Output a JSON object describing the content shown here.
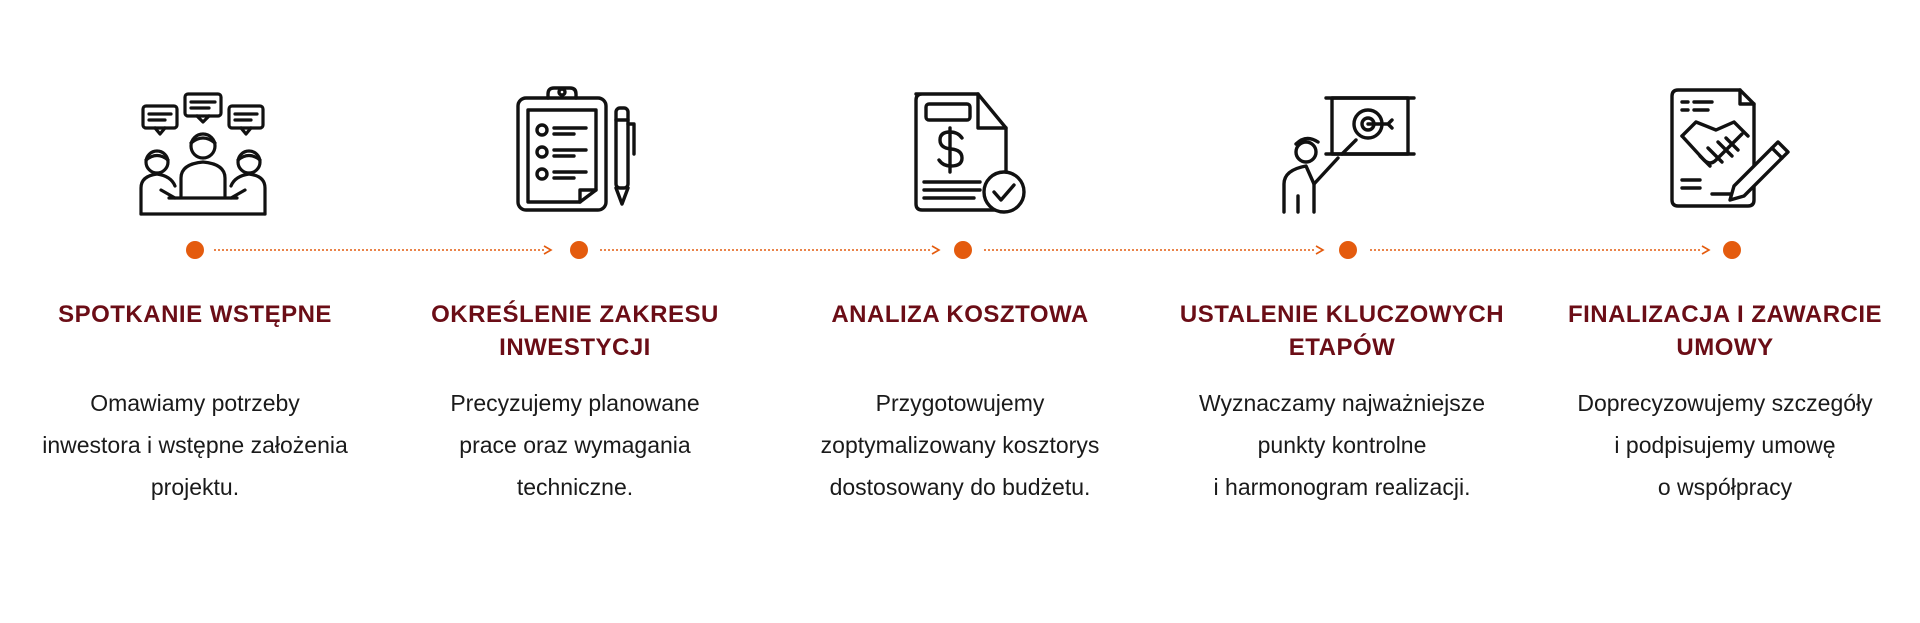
{
  "accent_color": "#e45b0e",
  "title_color": "#6b0d16",
  "steps": [
    {
      "icon": "meeting-icon",
      "title": "SPOTKANIE WSTĘPNE",
      "description": "Omawiamy potrzeby\ninwestora i wstępne założenia\nprojektu."
    },
    {
      "icon": "clipboard-checklist-icon",
      "title": "OKREŚLENIE ZAKRESU\nINWESTYCJI",
      "description": "Precyzujemy planowane\nprace oraz wymagania\ntechniczne."
    },
    {
      "icon": "invoice-check-icon",
      "title": "ANALIZA KOSZTOWA",
      "description": "Przygotowujemy\nzoptymalizowany kosztorys\ndostosowany do budżetu."
    },
    {
      "icon": "presentation-target-icon",
      "title": "USTALENIE KLUCZOWYCH\nETAPÓW",
      "description": "Wyznaczamy najważniejsze\npunkty kontrolne\ni harmonogram realizacji."
    },
    {
      "icon": "handshake-contract-icon",
      "title": "FINALIZACJA I ZAWARCIE\nUMOWY",
      "description": "Doprecyzowujemy szczegóły\ni podpisujemy umowę\no współpracy"
    }
  ]
}
